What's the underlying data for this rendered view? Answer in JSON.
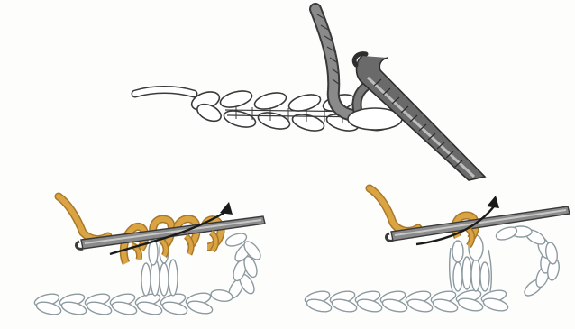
{
  "figure": {
    "panels": [
      {
        "name": "chain-with-hook",
        "elements": [
          "foundation-chain",
          "working-yarn",
          "crochet-hook"
        ]
      },
      {
        "name": "yarn-wraps-on-hook",
        "elements": [
          "foundation-chain",
          "tall-stitch",
          "yarn-wraps",
          "crochet-hook",
          "direction-arrow"
        ]
      },
      {
        "name": "completed-loop",
        "elements": [
          "foundation-chain",
          "loop-stitch",
          "yarn-wraps",
          "crochet-hook",
          "direction-arrow"
        ]
      }
    ]
  },
  "colors": {
    "chain_outline": "#3a3a3a",
    "chain_fill": "#ffffff",
    "yarn_gold": "#d9a441",
    "yarn_gold_dark": "#a8772a",
    "hook_dark": "#555555",
    "hook_light": "#9a9a9a",
    "arrow": "#1a1a1a",
    "light_chain_outline": "#8c9aa0"
  },
  "icons": {
    "hook": "crochet-hook-icon",
    "arrow": "curved-arrow-icon"
  }
}
